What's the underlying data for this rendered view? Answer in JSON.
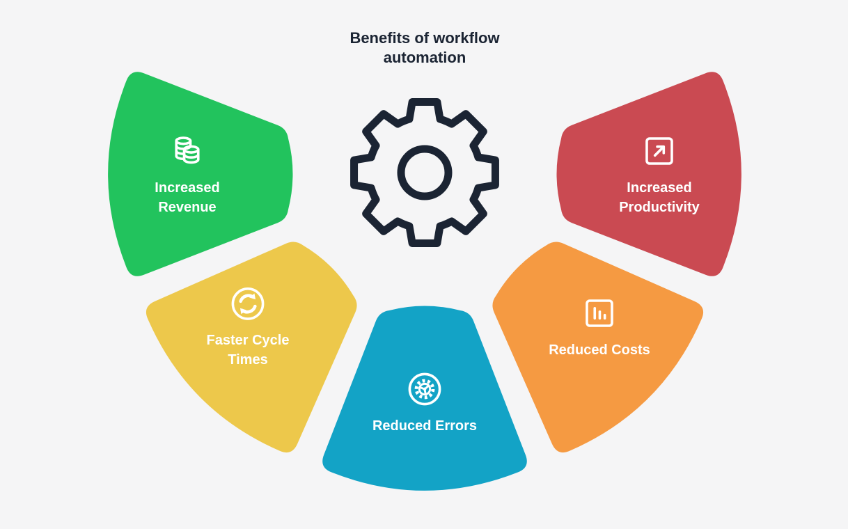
{
  "title": {
    "text": "Benefits of workflow\nautomation",
    "color": "#1b2433"
  },
  "background_color": "#f5f5f6",
  "center_icon": {
    "name": "gear-icon",
    "color": "#1b2433"
  },
  "label_text_color": "#ffffff",
  "wedges": [
    {
      "id": "increased-revenue",
      "label": "Increased\nRevenue",
      "icon": "coins-icon",
      "color": "#22c35d",
      "position": "left"
    },
    {
      "id": "faster-cycle-times",
      "label": "Faster Cycle\nTimes",
      "icon": "refresh-cycle-icon",
      "color": "#edc84b",
      "position": "lower-left"
    },
    {
      "id": "reduced-errors",
      "label": "Reduced Errors",
      "icon": "gear-circle-icon",
      "color": "#13a3c6",
      "position": "bottom"
    },
    {
      "id": "reduced-costs",
      "label": "Reduced Costs",
      "icon": "bar-chart-icon",
      "color": "#f59a42",
      "position": "lower-right"
    },
    {
      "id": "increased-productivity",
      "label": "Increased\nProductivity",
      "icon": "arrow-up-right-icon",
      "color": "#ca4a52",
      "position": "right"
    }
  ]
}
